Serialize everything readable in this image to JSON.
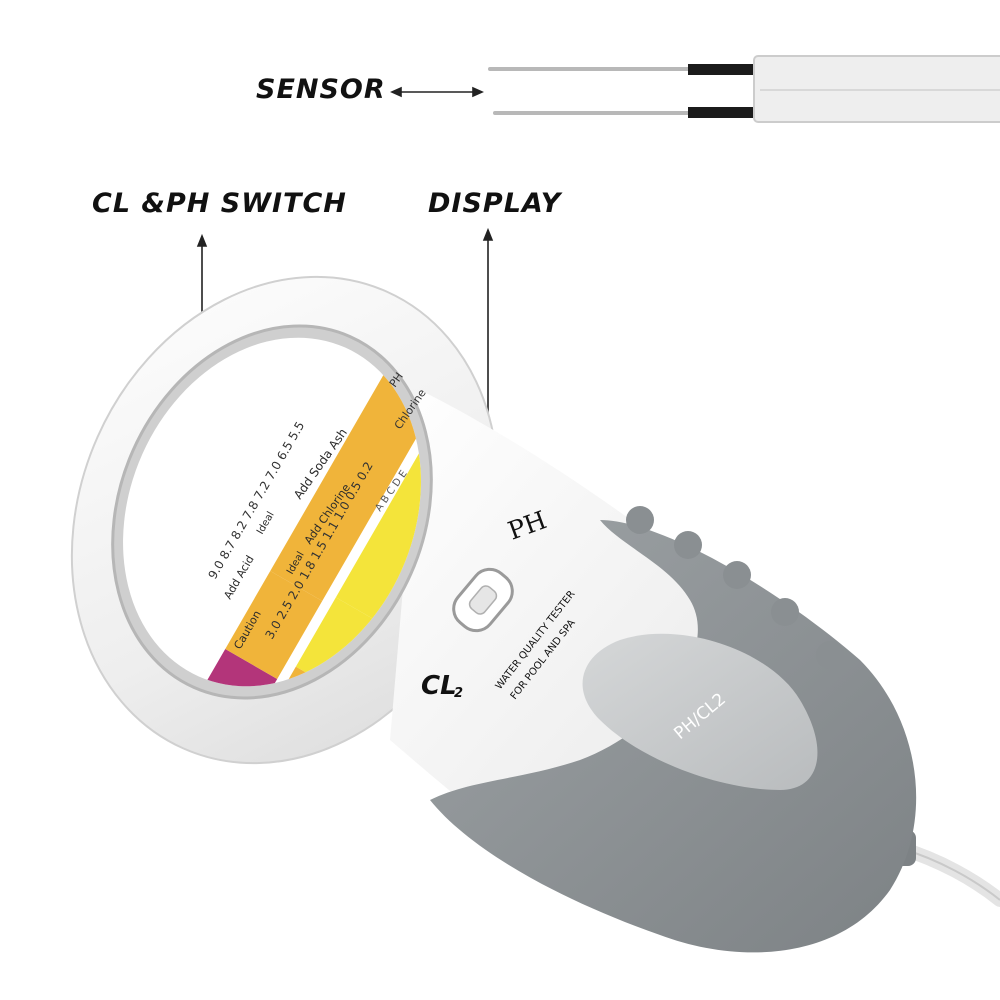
{
  "callouts": {
    "sensor": "SENSOR",
    "switch": "CL &PH SWITCH",
    "display": "DISPLAY"
  },
  "device": {
    "mode_left": "CL",
    "mode_left_sub": "2",
    "mode_right": "PH",
    "brand_line1": "WATER QUALITY TESTER",
    "brand_line2": "FOR POOL AND SPA",
    "grip_label": "PH/CL2"
  },
  "dial": {
    "ph_header": "PH",
    "chlorine_header": "Chlorine",
    "ph_ticks": "9.0  8.7  8.2  7.8  7.2  7.0  6.5  5.5",
    "cl_ticks": "3.0  2.5  2.0  1.8  1.5  1.1  1.0  0.5  0.2",
    "ph_zone_add_acid": "Add Acid",
    "ph_zone_ideal": "Ideal",
    "ph_zone_add_soda_ash": "Add Soda Ash",
    "cl_zone_caution": "Caution",
    "cl_zone_ideal": "Ideal",
    "cl_zone_add_chlorine": "Add Chlorine",
    "zone_letters": "A  B  C  D  E"
  },
  "colors": {
    "body_white": "#f2f2f2",
    "grip_gray": "#8d9295",
    "dial_magenta": "#b3357a",
    "dial_orange": "#f0b43a",
    "dial_yellow": "#f4e43a"
  }
}
